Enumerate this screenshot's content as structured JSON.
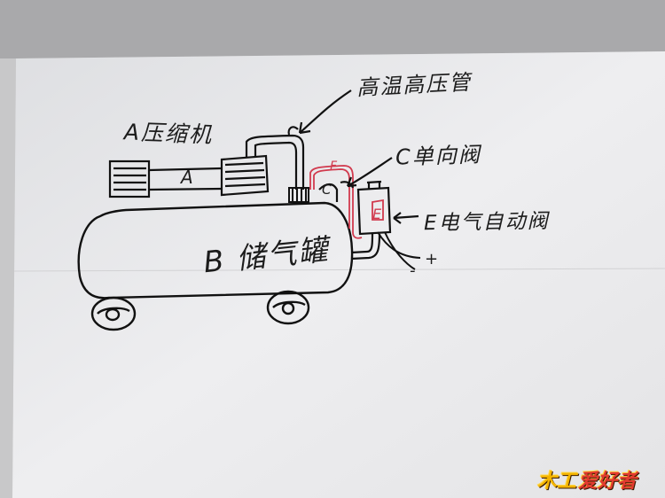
{
  "labels": {
    "pipe": "高温高压管",
    "compressor": "A压缩机",
    "check_valve": "C单向阀",
    "solenoid_valve": "E电气自动阀",
    "tank": "B 储气罐"
  },
  "marks": {
    "a": "A",
    "c": "C",
    "e": "E",
    "f": "F",
    "plus": "+",
    "minus": "-"
  },
  "watermark": {
    "left": "木工",
    "right": "爱好者"
  },
  "colors": {
    "ink": "#1c1c1c",
    "red_pen": "#d13a4e",
    "paper": "#eeeeef",
    "board_left": "#c4c4c4",
    "board_top": "#b0b0b0"
  }
}
